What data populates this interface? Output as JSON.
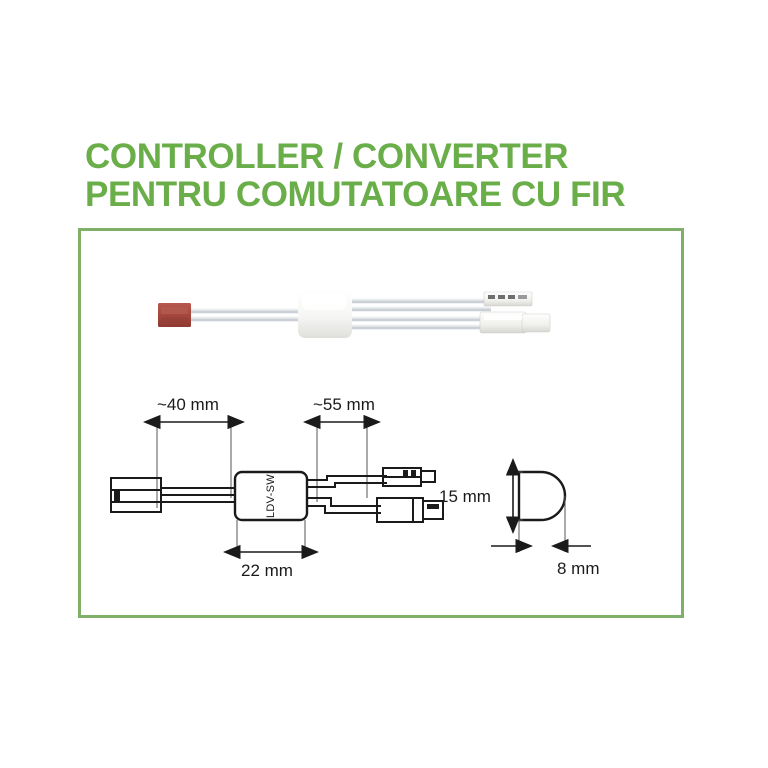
{
  "page": {
    "background_color": "#ffffff",
    "accent_green": "#6AAE4A",
    "frame_green": "#7FB069"
  },
  "title": {
    "line1": "CONTROLLER / CONVERTER",
    "line2": "PENTRU COMUTATOARE CU FIR"
  },
  "product_photo": {
    "input_connector_color": "#A8483F",
    "module_color": "#F7F7F5",
    "wire_color": "#D8DCE0",
    "output_connector_color": "#F2F2EF"
  },
  "diagram": {
    "module_label": "LDV-SW",
    "dimensions": {
      "input_lead": "~40 mm",
      "output_lead": "~55 mm",
      "module_length": "22 mm",
      "module_height": "15 mm",
      "module_width": "8 mm"
    }
  }
}
